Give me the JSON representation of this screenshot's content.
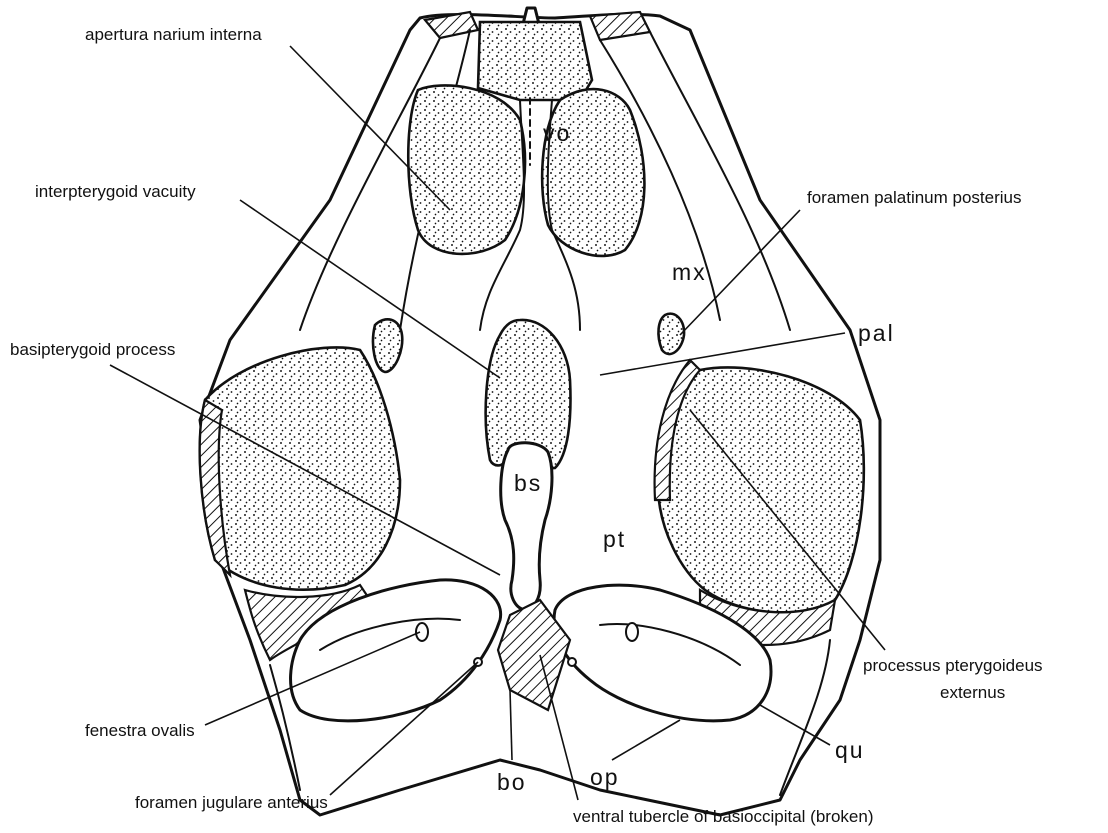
{
  "labels": {
    "apertura_narium_interna": "apertura narium interna",
    "interpterygoid_vacuity": "interpterygoid vacuity",
    "basipterygoid_process": "basipterygoid process",
    "foramen_palatinum_posterius": "foramen palatinum posterius",
    "processus_pterygoideus": "processus pterygoideus",
    "externus": "externus",
    "fenestra_ovalis": "fenestra ovalis",
    "foramen_jugulare_anterius": "foramen jugulare anterius",
    "ventral_tubercle": "ventral tubercle of basioccipital (broken)"
  },
  "abbreviations": {
    "vo": "vo",
    "mx": "mx",
    "pal": "pal",
    "bs": "bs",
    "pt": "pt",
    "qu": "qu",
    "op": "op",
    "bo": "bo"
  }
}
